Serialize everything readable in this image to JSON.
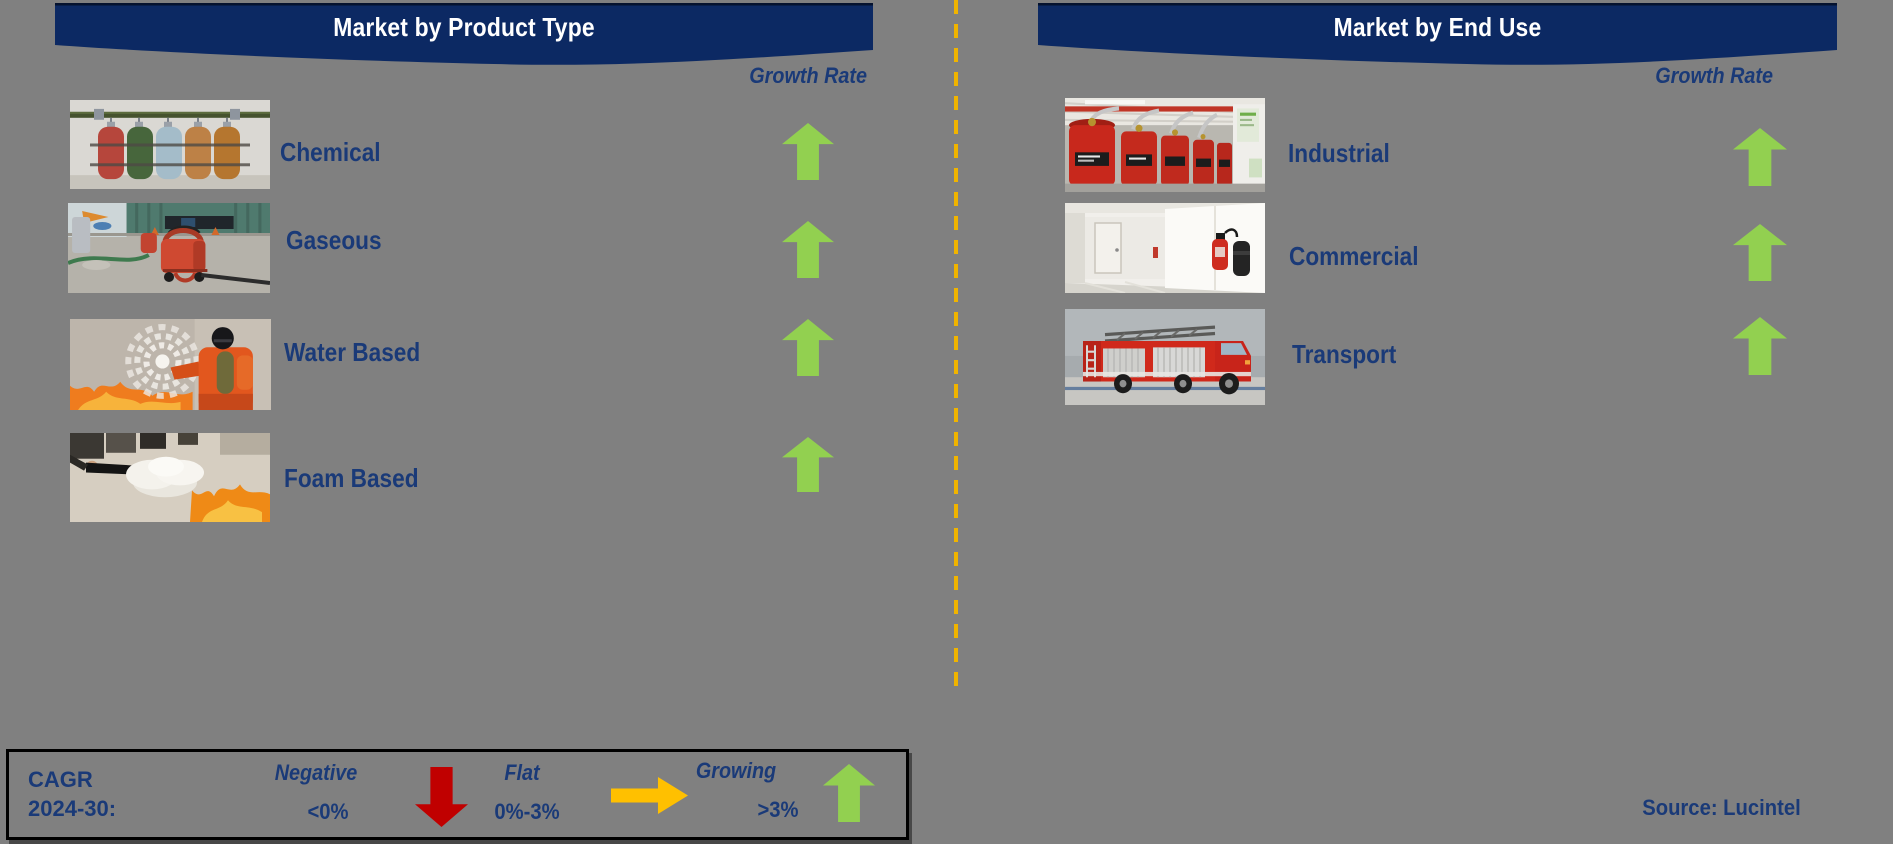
{
  "colors": {
    "background": "#808080",
    "banner_navy": "#0c2963",
    "text_navy": "#1a3a78",
    "growing_green": "#92d050",
    "flat_yellow": "#ffc000",
    "negative_red": "#c00000",
    "divider_gold": "#f0b400",
    "banner_text": "#ffffff"
  },
  "left_panel": {
    "title": "Market by Product Type",
    "growth_rate_label": "Growth Rate",
    "rows": [
      {
        "label": "Chemical",
        "image": "chemical-cylinders-photo",
        "trend": "up"
      },
      {
        "label": "Gaseous",
        "image": "gaseous-mobile-extinguisher-photo",
        "trend": "up"
      },
      {
        "label": "Water Based",
        "image": "water-spray-firefighter-photo",
        "trend": "up"
      },
      {
        "label": "Foam Based",
        "image": "foam-spray-fire-photo",
        "trend": "up"
      }
    ]
  },
  "right_panel": {
    "title": "Market by End Use",
    "growth_rate_label": "Growth Rate",
    "rows": [
      {
        "label": "Industrial",
        "image": "industrial-suppression-tanks-photo",
        "trend": "up"
      },
      {
        "label": "Commercial",
        "image": "corridor-extinguisher-photo",
        "trend": "up"
      },
      {
        "label": "Transport",
        "image": "fire-truck-photo",
        "trend": "up"
      }
    ]
  },
  "legend": {
    "cagr_line1": "CAGR",
    "cagr_line2": "2024-30:",
    "items": [
      {
        "name": "Negative",
        "range": "<0%",
        "direction": "down",
        "color": "#c00000"
      },
      {
        "name": "Flat",
        "range": "0%-3%",
        "direction": "right",
        "color": "#ffc000"
      },
      {
        "name": "Growing",
        "range": ">3%",
        "direction": "up",
        "color": "#92d050"
      }
    ]
  },
  "source": "Source: Lucintel"
}
